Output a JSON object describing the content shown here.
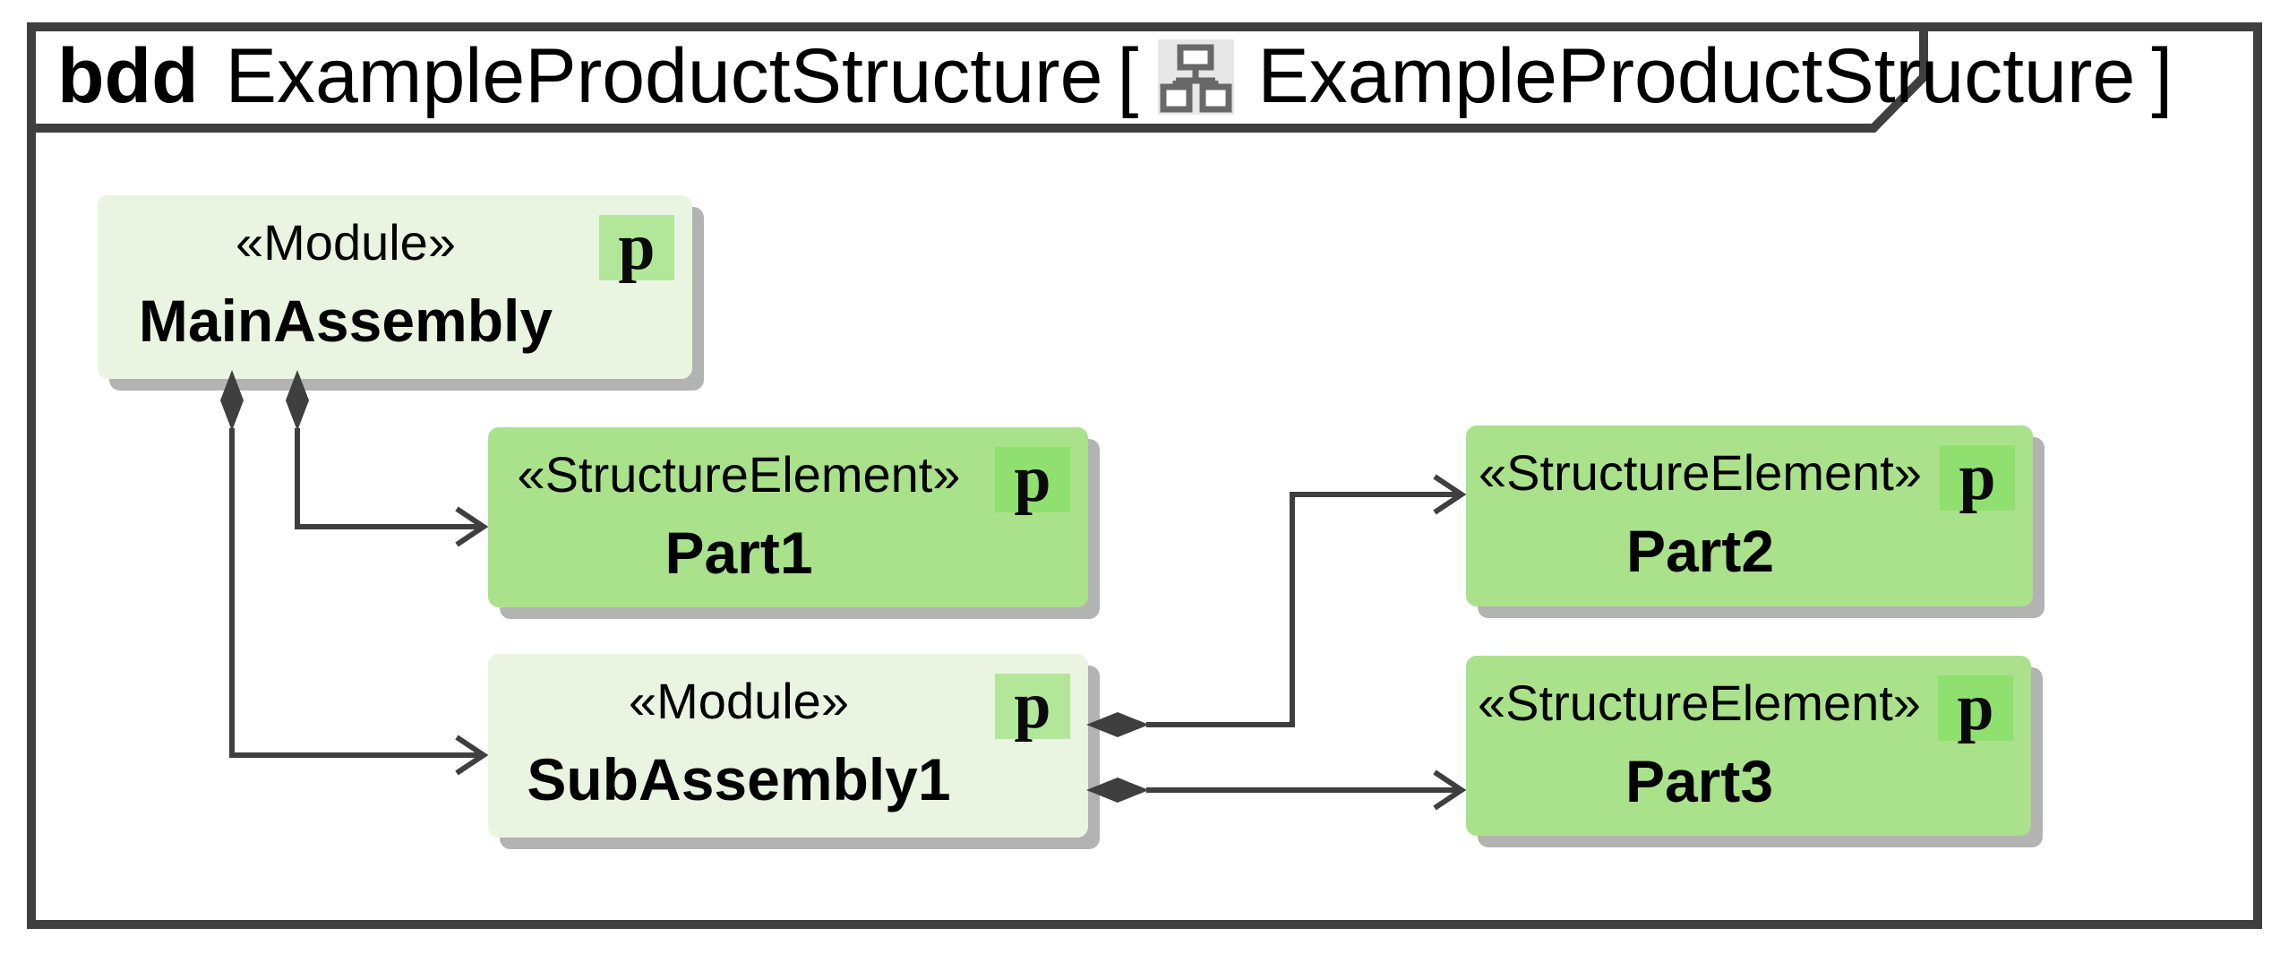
{
  "diagram_frame": {
    "kind": "bdd",
    "name": "ExampleProductStructure",
    "open_bracket": "[",
    "context_name": "ExampleProductStructure",
    "close_bracket": "]",
    "header_icon": "tree-structure-icon"
  },
  "blocks": {
    "main_assembly": {
      "stereotype": "«Module»",
      "name": "MainAssembly",
      "badge": "p"
    },
    "part1": {
      "stereotype": "«StructureElement»",
      "name": "Part1",
      "badge": "p"
    },
    "sub_assembly1": {
      "stereotype": "«Module»",
      "name": "SubAssembly1",
      "badge": "p"
    },
    "part2": {
      "stereotype": "«StructureElement»",
      "name": "Part2",
      "badge": "p"
    },
    "part3": {
      "stereotype": "«StructureElement»",
      "name": "Part3",
      "badge": "p"
    }
  },
  "relations": [
    {
      "type": "composition",
      "from": "MainAssembly",
      "to": "Part1"
    },
    {
      "type": "composition",
      "from": "MainAssembly",
      "to": "SubAssembly1"
    },
    {
      "type": "composition",
      "from": "SubAssembly1",
      "to": "Part2"
    },
    {
      "type": "composition",
      "from": "SubAssembly1",
      "to": "Part3"
    }
  ],
  "colors": {
    "module_fill": "#e9f5e1",
    "structure_element_fill": "#aae18b",
    "module_badge_fill": "#b2e79a",
    "structure_badge_fill": "#90e070",
    "line": "#3f3f3f",
    "shadow": "#b3b3b3",
    "icon_bg": "#e7e7e7",
    "icon_stroke": "#686868"
  }
}
